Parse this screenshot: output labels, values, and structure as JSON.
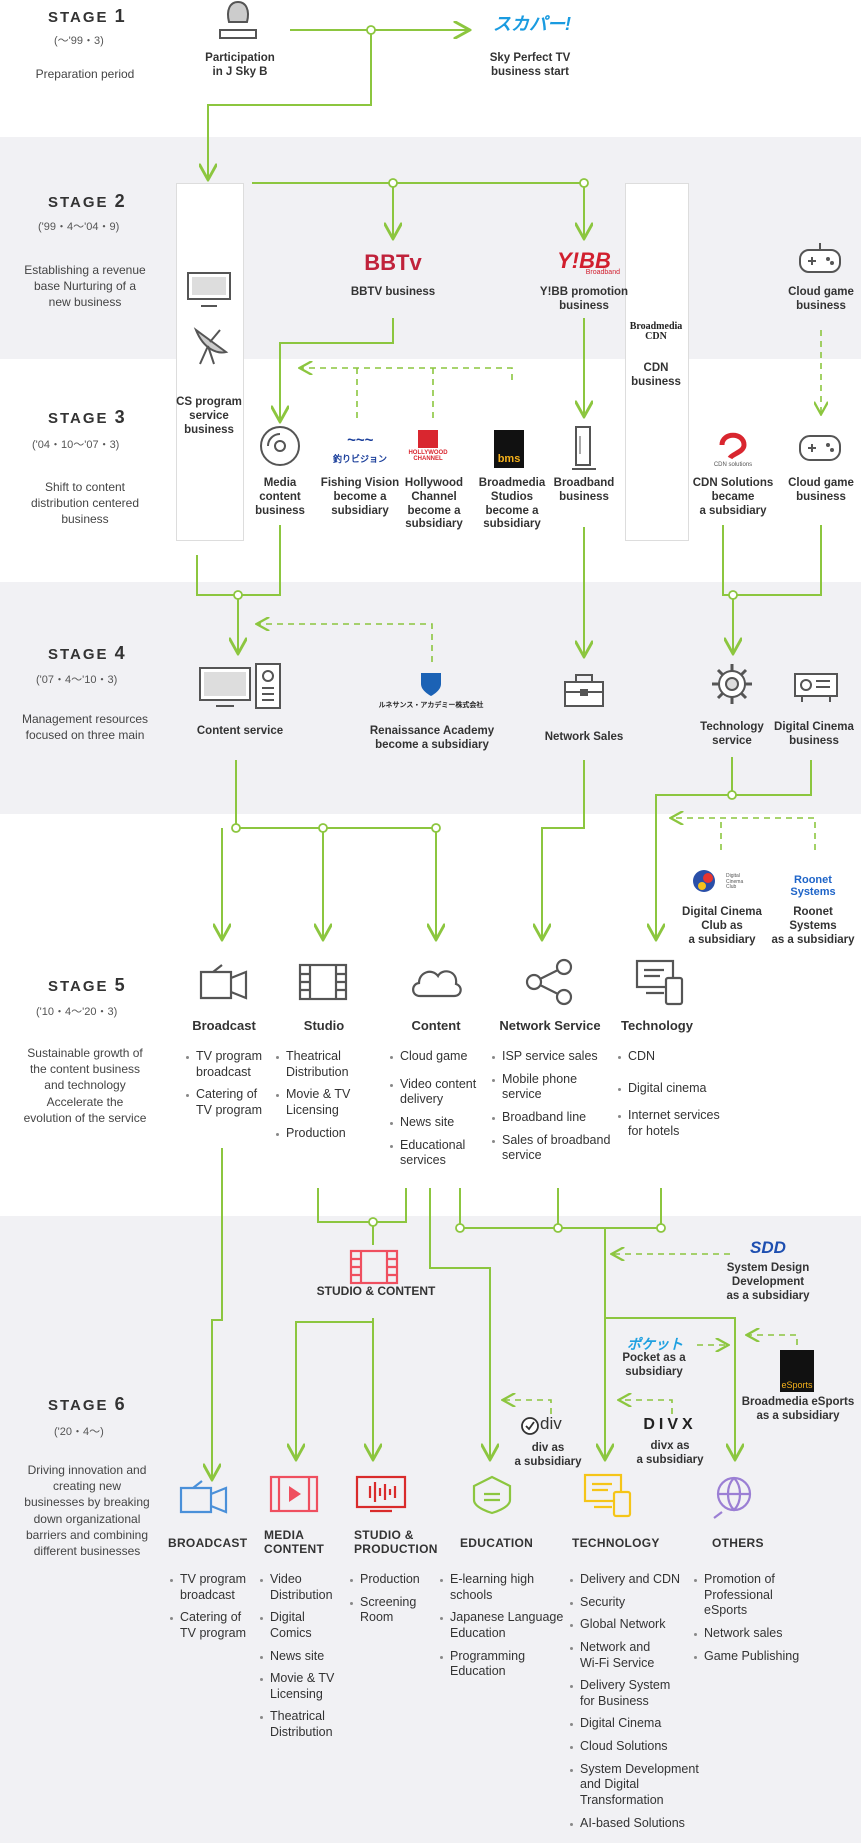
{
  "stages": [
    {
      "name": "STAGE",
      "num": "1",
      "period": "(〜'99・3)",
      "desc": "Preparation period"
    },
    {
      "name": "STAGE",
      "num": "2",
      "period": "('99・4〜'04・9)",
      "desc": "Establishing a  revenue\nbase Nurturing of a\nnew business"
    },
    {
      "name": "STAGE",
      "num": "3",
      "period": "('04・10〜'07・3)",
      "desc": "Shift to content\ndistribution centered\nbusiness"
    },
    {
      "name": "STAGE",
      "num": "4",
      "period": "('07・4〜'10・3)",
      "desc": "Management resources\nfocused on three  main"
    },
    {
      "name": "STAGE",
      "num": "5",
      "period": "('10・4〜'20・3)",
      "desc": "Sustainable growth of\nthe content business\nand technology\nAccelerate the\nevolution of the service"
    },
    {
      "name": "STAGE",
      "num": "6",
      "period": "('20・4〜)",
      "desc": "Driving innovation and\ncreating new\nbusinesses by breaking\ndown organizational\nbarriers and combining\ndifferent businesses"
    }
  ],
  "s1": {
    "jskyb": "Participation\nin J Sky B",
    "skyperfect_logo": "スカパー!",
    "skyperfect_tagline": "Sky Perfect TV\nbusiness start"
  },
  "s2": {
    "cs": "CS program\nservice\nbusiness",
    "bbtv_logo": "BBTv",
    "bbtv": "BBTV business",
    "ybb_logo": "Y!BB",
    "ybb_sub": "Broadband",
    "ybb": "Y!BB promotion\nbusiness",
    "cdn_logo": "Broadmedia\nCDN",
    "cdn": "CDN\nbusiness",
    "cloudgame": "Cloud game\nbusiness"
  },
  "s3": {
    "media": "Media\ncontent\nbusiness",
    "fishing_logo": "釣りビジョン",
    "fishing": "Fishing Vision\nbecome a\nsubsidiary",
    "hollywood_logo": "HOLLYWOOD\nCHANNEL",
    "hollywood": "Hollywood\nChannel\nbecome a\nsubsidiary",
    "bms_logo": "bms",
    "bms": "Broadmedia\nStudios\nbecome a\nsubsidiary",
    "broadband": "Broadband\nbusiness",
    "cdnsol_logo": "CDN solutions",
    "cdnsol": "CDN Solutions\nbecame\na subsidiary",
    "cloudgame": "Cloud game\nbusiness"
  },
  "s4": {
    "content": "Content service",
    "renaissance_logo": "ルネサンス・アカデミー株式会社",
    "renaissance": "Renaissance Academy\nbecome a subsidiary",
    "network": "Network Sales",
    "technology": "Technology\nservice",
    "cinema": "Digital Cinema\nbusiness"
  },
  "s5": {
    "dcc_logo": "Digital\nCinema\nClub",
    "dcc": "Digital Cinema\nClub as\na subsidiary",
    "roonet_logo": "Roonet Systems",
    "roonet": "Roonet\nSystems\nas a subsidiary",
    "cols": [
      {
        "title": "Broadcast",
        "items": [
          "TV program\nbroadcast",
          "Catering of\nTV program"
        ]
      },
      {
        "title": "Studio",
        "items": [
          "Theatrical\nDistribution",
          "Movie & TV\nLicensing",
          "Production"
        ]
      },
      {
        "title": "Content",
        "items": [
          "Cloud game",
          "Video content\ndelivery",
          "News site",
          "Educational\nservices"
        ]
      },
      {
        "title": "Network Service",
        "items": [
          "ISP service sales",
          "Mobile phone\nservice",
          "Broadband line",
          "Sales of broadband\nservice"
        ]
      },
      {
        "title": "Technology",
        "items": [
          "CDN",
          "Digital cinema",
          "Internet services\nfor hotels"
        ]
      }
    ]
  },
  "s6": {
    "studio_content": "STUDIO & CONTENT",
    "sdd_logo": "SDD",
    "sdd": "System Design\nDevelopment\nas a subsidiary",
    "pocket_logo": "ポケット",
    "pocket": "Pocket as a\nsubsidiary",
    "esports_logo": "eSports",
    "esports": "Broadmedia eSports\nas a subsidiary",
    "div_logo": "div",
    "div": "div as\na subsidiary",
    "divx_logo": "DIVX",
    "divx": "divx as\na subsidiary",
    "cols": [
      {
        "title": "BROADCAST",
        "items": [
          "TV program\nbroadcast",
          "Catering of\nTV program"
        ]
      },
      {
        "title": "MEDIA\nCONTENT",
        "items": [
          "Video\nDistribution",
          "Digital\nComics",
          "News site",
          "Movie & TV\nLicensing",
          "Theatrical\nDistribution"
        ]
      },
      {
        "title": "STUDIO &\nPRODUCTION",
        "items": [
          "Production",
          "Screening\nRoom"
        ]
      },
      {
        "title": "EDUCATION",
        "items": [
          "E-learning high\nschools",
          "Japanese Language\nEducation",
          "Programming\nEducation"
        ]
      },
      {
        "title": "TECHNOLOGY",
        "items": [
          "Delivery and CDN",
          "Security",
          "Global Network",
          "Network and\nWi-Fi Service",
          "Delivery System\nfor Business",
          "Digital Cinema",
          "Cloud Solutions",
          "System Development\nand Digital\nTransformation",
          "AI-based Solutions"
        ]
      },
      {
        "title": "OTHERS",
        "items": [
          "Promotion of\nProfessional\neSports",
          "Network sales",
          "Game Publishing"
        ]
      }
    ]
  },
  "colors": {
    "line": "#8cc63f",
    "band": "#f1f1f4",
    "icon": "#555555",
    "broadcast": "#4a90d9",
    "media": "#ef4f5f",
    "studio": "#d92b2b",
    "education": "#8cc63f",
    "technology": "#f5c518",
    "others": "#9b7fd4"
  }
}
